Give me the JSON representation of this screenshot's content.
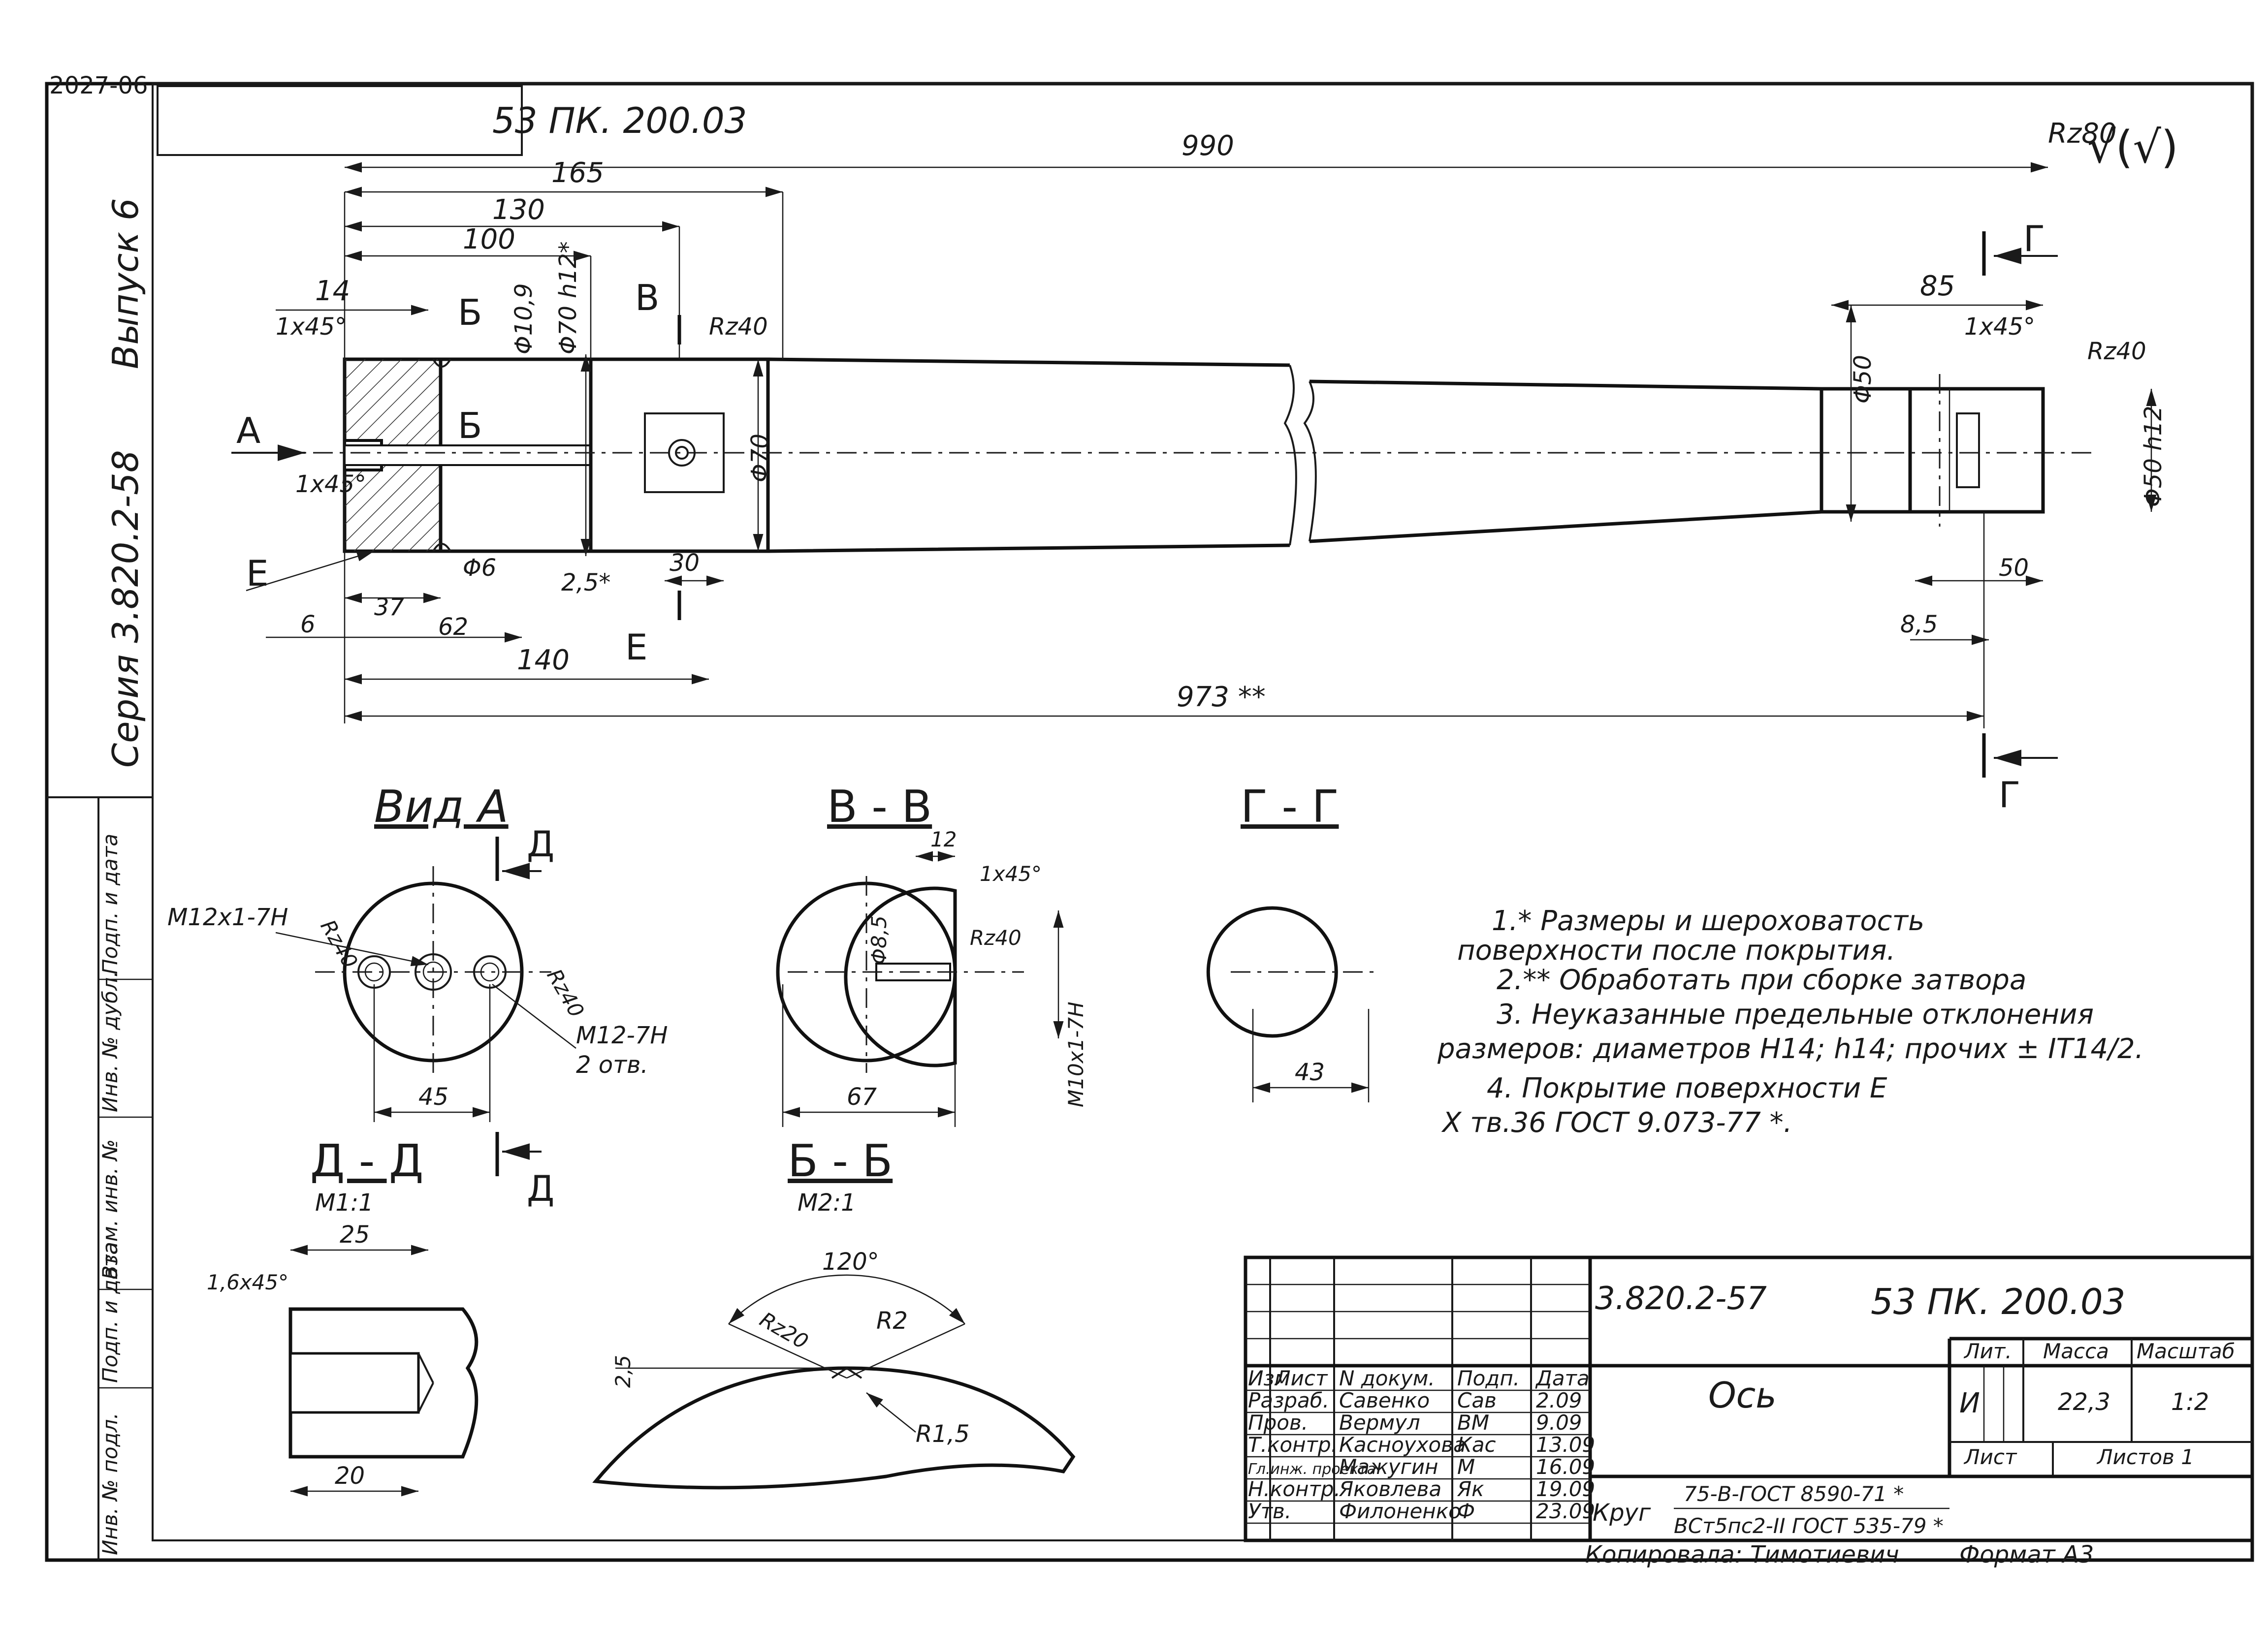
{
  "corner_code": "2027-06",
  "stamp_mirrored": "53 ПК. 200.03",
  "side": {
    "issue": "Выпуск 6",
    "series": "Серия 3.820.2-58",
    "columns": [
      "Подп. и дата",
      "Инв. № дубл.",
      "Взам. инв. №",
      "Подп. и дата",
      "Инв. № подл."
    ]
  },
  "roughness_general": "Rz80",
  "roughness_symbol": "√(√)",
  "main_view": {
    "dims": {
      "overall": "990",
      "d165": "165",
      "d130": "130",
      "d100": "100",
      "d14": "14",
      "chamfer1": "1x45°",
      "chamfer2": "1x45°",
      "chamfer3": "1x45°",
      "dia109": "Φ10,9",
      "dia70h12": "Φ70 h12*",
      "rz40a": "Rz40",
      "rz40b": "Rz40",
      "dia70": "Φ70",
      "d85": "85",
      "dia50": "Φ50",
      "dia50h12": "Φ50 h12",
      "dia6": "Φ6",
      "d25": "2,5*",
      "d37": "37",
      "d30": "30",
      "d6": "6",
      "d62": "62",
      "d140": "140",
      "d50": "50",
      "d85b": "8,5",
      "d973": "973 **"
    },
    "letters": {
      "a": "А",
      "b": "Б",
      "b2": "Б",
      "v": "В",
      "g_top": "Г",
      "g_bottom": "Г",
      "e_left": "Е",
      "e_bottom": "Е"
    }
  },
  "views": {
    "view_a": {
      "title": "Вид А",
      "thread1": "M12x1-7H",
      "rz_a": "Rz40",
      "rz_b": "Rz40",
      "thread2": "M12-7H",
      "holes": "2 отв.",
      "d45": "45",
      "section_mark": "Д"
    },
    "vv": {
      "title": "В - В",
      "d12": "12",
      "chamfer": "1x45°",
      "dia85": "Φ8,5",
      "rz": "Rz40",
      "thread": "M10x1-7H",
      "d67": "67"
    },
    "gg": {
      "title": "Г - Г",
      "d43": "43"
    },
    "dd": {
      "title": "Д - Д",
      "scale": "M1:1",
      "d25": "25",
      "chamfer": "1,6x45°",
      "d20": "20"
    },
    "bb": {
      "title": "Б - Б",
      "scale": "M2:1",
      "angle": "120°",
      "r2": "R2",
      "rz20": "Rz20",
      "d25": "2,5",
      "r15": "R1,5"
    }
  },
  "notes": [
    "1.* Размеры и шероховатость",
    "поверхности после покрытия.",
    "2.** Обработать при сборке затвора",
    "3. Неуказанные предельные отклонения",
    "размеров: диаметров  H14; h14; прочих ± IT14/2.",
    "4. Покрытие поверхности Е",
    "Х тв.36 ГОСТ 9.073-77 *."
  ],
  "title_block": {
    "series_code": "3.820.2-57",
    "doc_code": "53 ПК. 200.03",
    "name": "Ось",
    "headers": [
      "Изм",
      "Лист",
      "N докум.",
      "Подп.",
      "Дата"
    ],
    "rows": [
      {
        "role": "Разраб.",
        "name": "Савенко",
        "sign": "Сав",
        "date": "2.09"
      },
      {
        "role": "Пров.",
        "name": "Вермул",
        "sign": "ВМ",
        "date": "9.09"
      },
      {
        "role": "Т.контр.",
        "name": "Касноухова",
        "sign": "Кас",
        "date": "13.09"
      },
      {
        "role": "Гл.инж. проекта",
        "name": "Мажугин",
        "sign": "М",
        "date": "16.09"
      },
      {
        "role": "Н.контр.",
        "name": "Яковлева",
        "sign": "Як",
        "date": "19.09"
      },
      {
        "role": "Утв.",
        "name": "Филоненко",
        "sign": "Ф",
        "date": "23.09"
      }
    ],
    "lit_label": "Лит.",
    "mass_label": "Масса",
    "scale_label": "Масштаб",
    "lit_value": "И",
    "mass_value": "22,3",
    "scale_value": "1:2",
    "sheet_label": "Лист",
    "sheets_label": "Листов 1",
    "material_prefix": "Круг",
    "material_top": "75-В-ГОСТ 8590-71 *",
    "material_bottom": "ВСт5пс2-II ГОСТ 535-79 *"
  },
  "footer": {
    "copied": "Копировала: Тимотиевич",
    "format": "Формат А3"
  }
}
